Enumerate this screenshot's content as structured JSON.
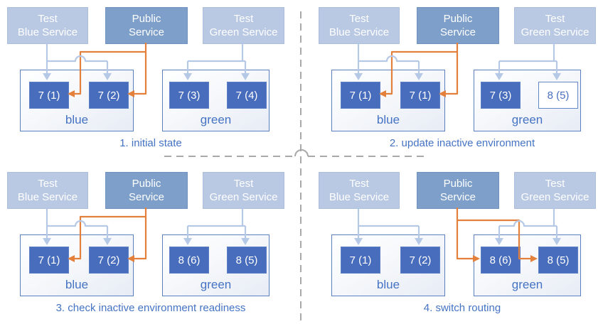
{
  "colors": {
    "accent_text": "#4573c4",
    "service_light_fill": "#b9c9e3",
    "service_public_fill": "#7d9fc9",
    "pod_fill": "#486dbd",
    "pod_creating_border": "#6288c6",
    "env_border": "#5c7fbf",
    "arrow_light": "#b5c8e6",
    "arrow_orange": "#e3813c",
    "divider_gray": "#a9a9a9"
  },
  "services": {
    "test_blue": {
      "line1": "Test",
      "line2": "Blue Service"
    },
    "public": {
      "line1": "Public",
      "line2": "Service"
    },
    "test_green": {
      "line1": "Test",
      "line2": "Green Service"
    }
  },
  "panels": [
    {
      "caption": "1. initial state",
      "public_target": "blue",
      "blue_env": {
        "label": "blue",
        "pods": [
          {
            "label": "7 (1)",
            "state": "active"
          },
          {
            "label": "7 (2)",
            "state": "active"
          }
        ]
      },
      "green_env": {
        "label": "green",
        "pods": [
          {
            "label": "7 (3)",
            "state": "active"
          },
          {
            "label": "7 (4)",
            "state": "active"
          }
        ]
      }
    },
    {
      "caption": "2. update inactive environment",
      "public_target": "blue",
      "blue_env": {
        "label": "blue",
        "pods": [
          {
            "label": "7 (1)",
            "state": "active"
          },
          {
            "label": "7 (1)",
            "state": "active"
          }
        ]
      },
      "green_env": {
        "label": "green",
        "pods": [
          {
            "label": "7 (3)",
            "state": "active"
          },
          {
            "label": "8 (5)",
            "state": "creating"
          }
        ]
      }
    },
    {
      "caption": "3. check inactive environment readiness",
      "public_target": "blue",
      "blue_env": {
        "label": "blue",
        "pods": [
          {
            "label": "7 (1)",
            "state": "active"
          },
          {
            "label": "7 (2)",
            "state": "active"
          }
        ]
      },
      "green_env": {
        "label": "green",
        "pods": [
          {
            "label": "8 (6)",
            "state": "active"
          },
          {
            "label": "8 (5)",
            "state": "active"
          }
        ]
      }
    },
    {
      "caption": "4. switch routing",
      "public_target": "green",
      "blue_env": {
        "label": "blue",
        "pods": [
          {
            "label": "7 (1)",
            "state": "active"
          },
          {
            "label": "7 (2)",
            "state": "active"
          }
        ]
      },
      "green_env": {
        "label": "green",
        "pods": [
          {
            "label": "8 (6)",
            "state": "active"
          },
          {
            "label": "8 (5)",
            "state": "active"
          }
        ]
      }
    }
  ]
}
